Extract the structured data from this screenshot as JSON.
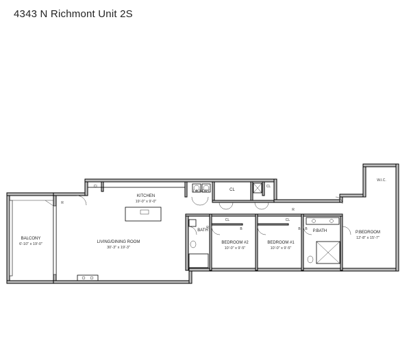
{
  "header": {
    "title": "4343 N Richmont Unit 2S"
  },
  "rooms": {
    "balcony": {
      "name": "BALCONY",
      "size": "6'-10\" x 19'-0\""
    },
    "living": {
      "name": "LIVING/DINING ROOM",
      "size": "30'-3\" x 19'-3\""
    },
    "kitchen": {
      "name": "KITCHEN",
      "size": "19'-0\" x 9'-0\""
    },
    "laundry": {
      "name": "LAUNDRY"
    },
    "cl_main": {
      "name": "CL"
    },
    "cl_kitchen": {
      "name": "CL"
    },
    "cl_corner": {
      "name": "CL"
    },
    "bath": {
      "name": "BATH"
    },
    "bedroom2": {
      "name": "BEDROOM #2",
      "size": "10'-0\" x 9'-5\""
    },
    "cl_bed2": {
      "name": "CL"
    },
    "bedroom1": {
      "name": "BEDROOM #1",
      "size": "10'-0\" x 9'-5\""
    },
    "cl_bed1": {
      "name": "CL"
    },
    "pbath": {
      "name": "P.BATH"
    },
    "pbedroom": {
      "name": "P.BEDROOM",
      "size": "12'-8\" x 15'-7\""
    },
    "wic": {
      "name": "W.I.C."
    }
  },
  "markers": {
    "a": "R",
    "b": "B",
    "c": "B",
    "d": "B",
    "e": "R",
    "f": "R"
  }
}
